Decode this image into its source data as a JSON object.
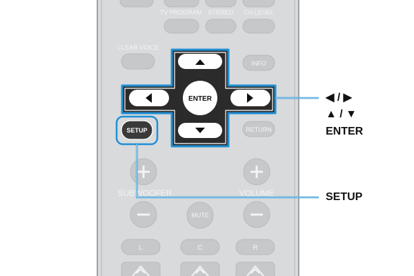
{
  "remote": {
    "top_labels": [
      "TV PROGRAM",
      "STEREO",
      "CH LEVEL"
    ],
    "clear_voice_label": "CLEAR VOICE",
    "info_label": "INFO",
    "enter_label": "ENTER",
    "setup_label": "SETUP",
    "return_label": "RETURN",
    "subwoofer_label": "SUBWOOFER",
    "volume_label": "VOLUME",
    "mute_label": "MUTE",
    "l_label": "L",
    "c_label": "C",
    "r_label": "R",
    "colors": {
      "body": "#d9dadb",
      "button": "#c7c8ca",
      "button_border": "#b8b9bb",
      "label": "#f4f4f4",
      "dark_panel": "#2b2b2b",
      "highlight": "#1f8fd6"
    }
  },
  "callouts": {
    "left_right": "◀ / ▶",
    "up_down": "▲ / ▼",
    "enter": "ENTER",
    "setup": "SETUP"
  }
}
